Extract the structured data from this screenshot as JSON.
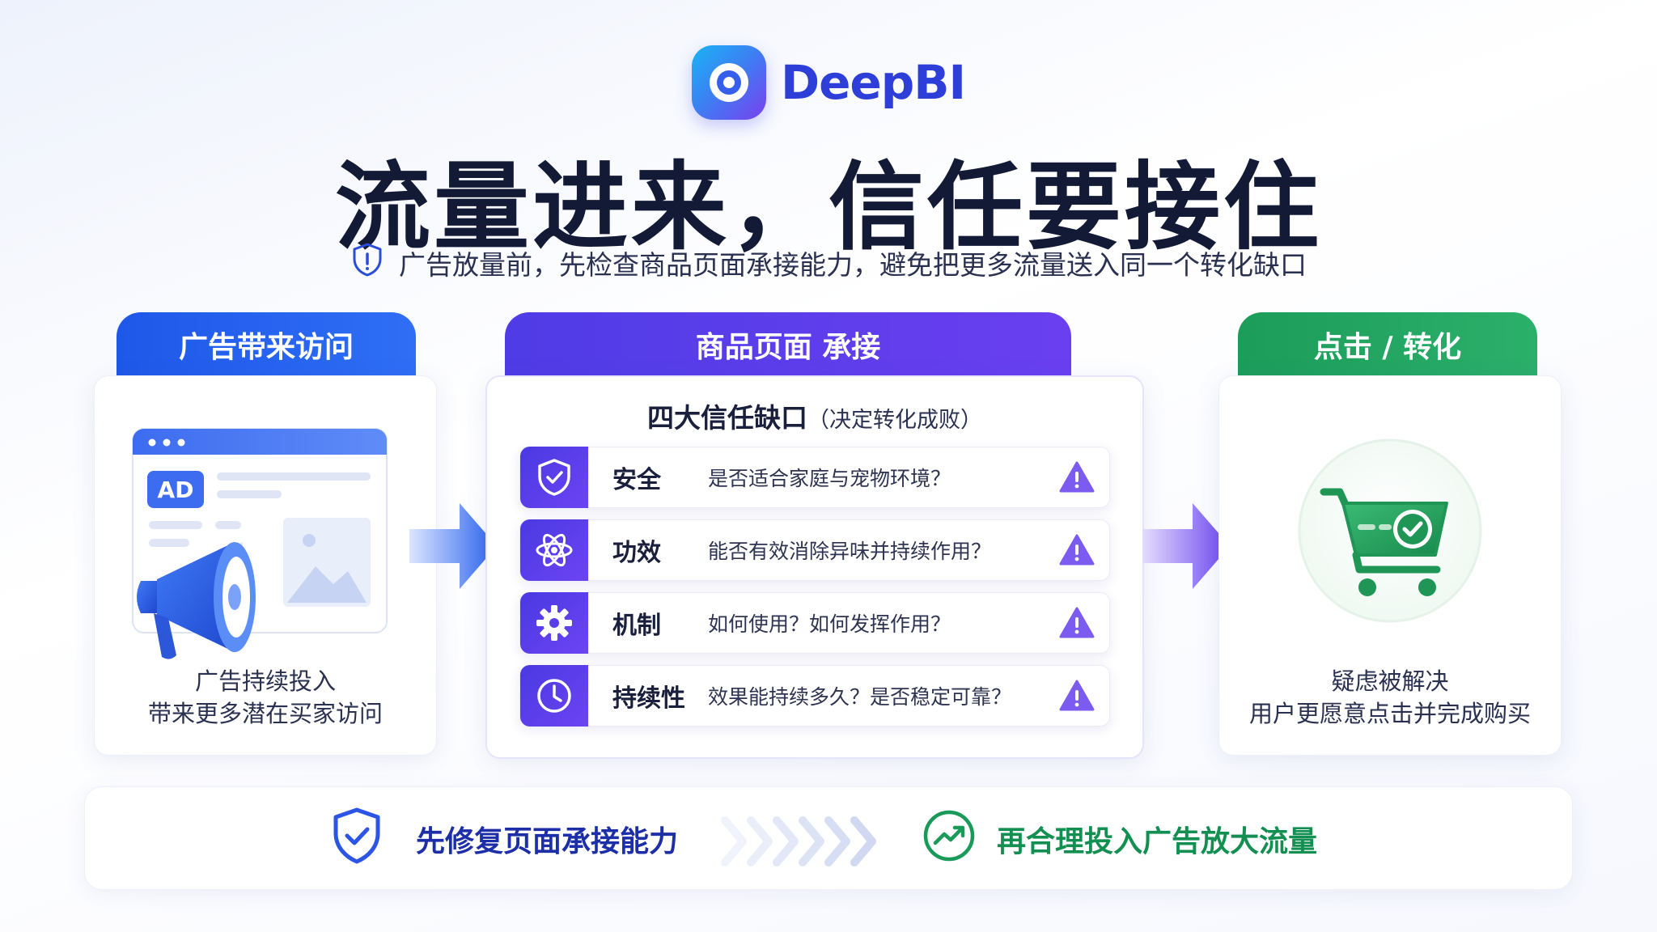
{
  "brand": {
    "name": "DeepBI"
  },
  "title": "流量进来，信任要接住",
  "subtitle": "广告放量前，先检查商品页面承接能力，避免把更多流量送入同一个转化缺口",
  "columns": {
    "left": {
      "tab": "广告带来访问",
      "ad_badge": "AD",
      "caption_line1": "广告持续投入",
      "caption_line2": "带来更多潜在买家访问"
    },
    "middle": {
      "tab": "商品页面 承接",
      "heading": "四大信任缺口",
      "heading_note": "（决定转化成败）",
      "rows": [
        {
          "name": "安全",
          "question": "是否适合家庭与宠物环境？",
          "icon": "shield-check-icon"
        },
        {
          "name": "功效",
          "question": "能否有效消除异味并持续作用？",
          "icon": "atom-icon"
        },
        {
          "name": "机制",
          "question": "如何使用？如何发挥作用？",
          "icon": "gear-icon"
        },
        {
          "name": "持续性",
          "question": "效果能持续多久？是否稳定可靠？",
          "icon": "clock-icon"
        }
      ]
    },
    "right": {
      "tab": "点击 / 转化",
      "caption_line1": "疑虑被解决",
      "caption_line2": "用户更愿意点击并完成购买"
    }
  },
  "bottom": {
    "left_text": "先修复页面承接能力",
    "right_text": "再合理投入广告放大流量"
  },
  "colors": {
    "primary_blue": "#1e58e9",
    "purple": "#5b3eea",
    "green": "#1c9d5a",
    "warning": "#7b5bf0"
  }
}
